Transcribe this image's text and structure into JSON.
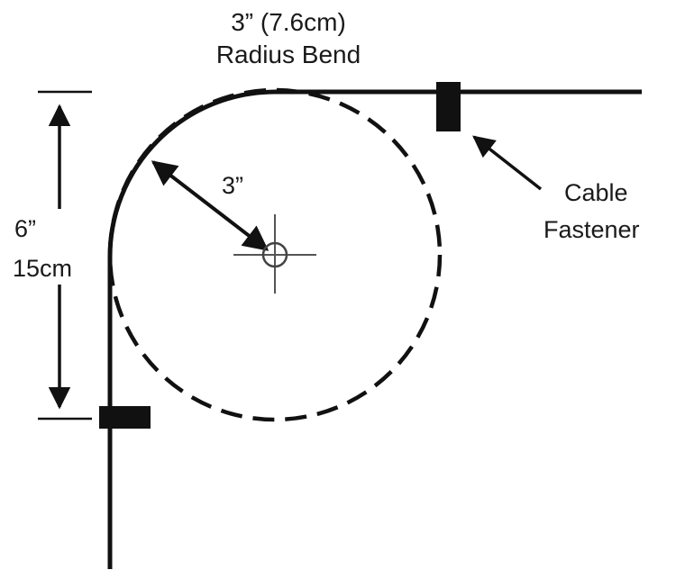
{
  "title": {
    "line1": "3” (7.6cm)",
    "line2": "Radius Bend"
  },
  "radius_label": "3”",
  "height_label": {
    "line1": "6”",
    "line2": "15cm"
  },
  "fastener_label": {
    "line1": "Cable",
    "line2": "Fastener"
  },
  "colors": {
    "ink": "#111111",
    "text": "#1a1a1a",
    "background": "#ffffff"
  }
}
